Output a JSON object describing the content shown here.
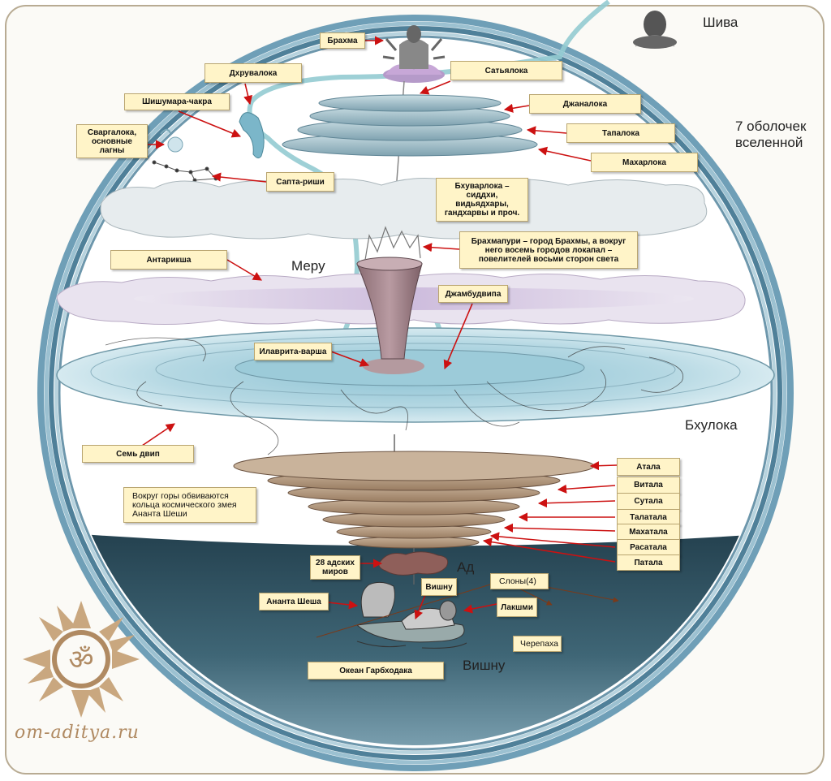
{
  "labels": {
    "brahma": "Брахма",
    "satyaloka": "Сатьялока",
    "dhruvaloka": "Дхрувалока",
    "shishumara": "Шишумара-чакра",
    "svargaloka": "Сваргалока,\nосновные\nлагны",
    "janaloka": "Джаналока",
    "tapaloka": "Тапалока",
    "maharloka": "Махарлока",
    "saptarishi": "Сапта-риши",
    "bhuvarloka": "Бхуварлока –\nсиддхи,\nвидьядхары,\nгандхарвы и проч.",
    "brahmapuri": "Брахмапури – город Брахмы, а вокруг\nнего восемь городов локапал –\nповелителей восьми сторон света",
    "antariksha": "Антарикша",
    "jambudvipa": "Джамбудвипа",
    "ilavrita": "Илаврита-варша",
    "seven_dvipa": "Семь двип",
    "ananta_note": "Вокруг горы обвиваются\nкольца космического змея\nАнанта Шеши",
    "atala": "Атала",
    "vitala": "Витала",
    "sutala": "Сутала",
    "talatala": "Талатала",
    "mahatala": "Махатала",
    "rasatala": "Расатала",
    "patala": "Патала",
    "hells": "28 адских\nмиров",
    "vishnu_small": "Вишну",
    "elephants": "Слоны(4)",
    "ananta_shesha": "Ананта Шеша",
    "lakshmi": "Лакшми",
    "turtle": "Черепаха",
    "garbhodaka": "Океан Гарбходака"
  },
  "text": {
    "shiva": "Шива",
    "shells": "7 оболочек\nвселенной",
    "meru": "Меру",
    "bhuloka": "Бхулока",
    "ad": "Ад",
    "vishnu": "Вишну"
  },
  "watermark": "om-aditya.ru",
  "colors": {
    "shell": "#6b9db6",
    "cloud": "#e6ecee",
    "cloud_purple": "#d9cfe3",
    "disc": "#a8cfdc",
    "lower": "#bfa58a",
    "ocean": "#2f4f5f",
    "label_bg": "#fff4c8",
    "arrow": "#cc1111",
    "om": "#b08a62"
  }
}
